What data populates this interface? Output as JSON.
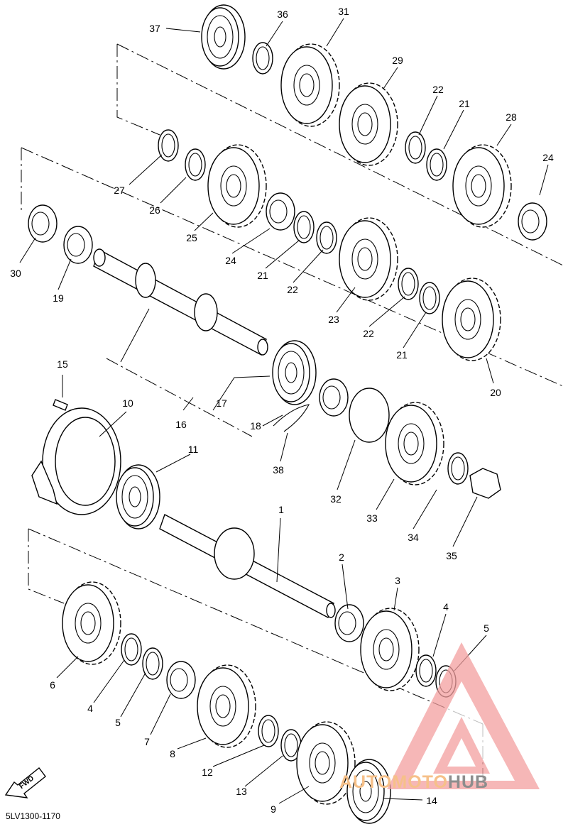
{
  "diagram": {
    "part_code": "5LV1300-1170",
    "fwd_label": "FWD",
    "watermark": {
      "part1": "AUTOMOTO",
      "part2": "HUB",
      "accent_color": "#f08a8a"
    },
    "callouts": [
      {
        "n": "37"
      },
      {
        "n": "36"
      },
      {
        "n": "31"
      },
      {
        "n": "29"
      },
      {
        "n": "22"
      },
      {
        "n": "21"
      },
      {
        "n": "28"
      },
      {
        "n": "24"
      },
      {
        "n": "27"
      },
      {
        "n": "26"
      },
      {
        "n": "25"
      },
      {
        "n": "24"
      },
      {
        "n": "21"
      },
      {
        "n": "22"
      },
      {
        "n": "23"
      },
      {
        "n": "22"
      },
      {
        "n": "21"
      },
      {
        "n": "20"
      },
      {
        "n": "30"
      },
      {
        "n": "19"
      },
      {
        "n": "15"
      },
      {
        "n": "10"
      },
      {
        "n": "17"
      },
      {
        "n": "16"
      },
      {
        "n": "18"
      },
      {
        "n": "38"
      },
      {
        "n": "11"
      },
      {
        "n": "32"
      },
      {
        "n": "33"
      },
      {
        "n": "34"
      },
      {
        "n": "35"
      },
      {
        "n": "1"
      },
      {
        "n": "2"
      },
      {
        "n": "3"
      },
      {
        "n": "4"
      },
      {
        "n": "5"
      },
      {
        "n": "6"
      },
      {
        "n": "4"
      },
      {
        "n": "5"
      },
      {
        "n": "7"
      },
      {
        "n": "8"
      },
      {
        "n": "12"
      },
      {
        "n": "13"
      },
      {
        "n": "9"
      },
      {
        "n": "14"
      }
    ]
  }
}
